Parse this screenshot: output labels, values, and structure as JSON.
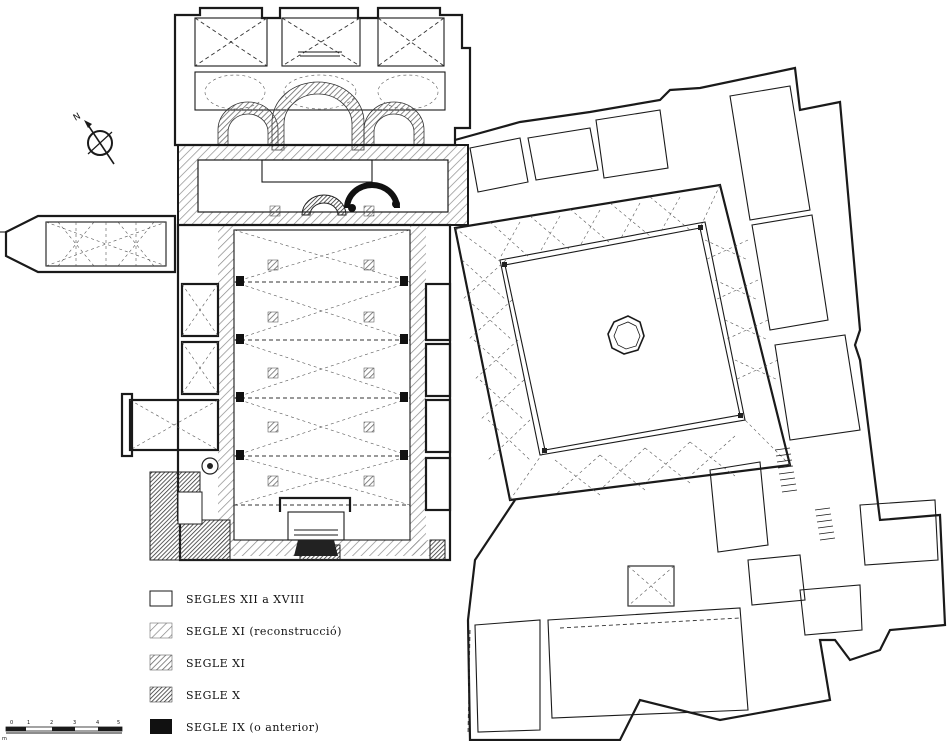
{
  "compass": {
    "label": "N",
    "icon": "north-arrow-icon"
  },
  "legend": [
    {
      "label": "SEGLES XII a XVIII",
      "pattern": "none"
    },
    {
      "label": "SEGLE XI (reconstrucció)",
      "pattern": "light-hatch"
    },
    {
      "label": "SEGLE XI",
      "pattern": "medium-hatch"
    },
    {
      "label": "SEGLE X",
      "pattern": "dense-hatch"
    },
    {
      "label": "SEGLE IX (o anterior)",
      "pattern": "solid"
    }
  ],
  "scale": {
    "ticks": [
      "0",
      "1",
      "2",
      "3",
      "4",
      "5"
    ],
    "unit": "m"
  },
  "colors": {
    "ink": "#1a1a1a",
    "hatch_light": "#9a9a9a",
    "hatch_medium": "#7a7a7a",
    "hatch_dense": "#4a4a4a",
    "solid": "#111111"
  }
}
